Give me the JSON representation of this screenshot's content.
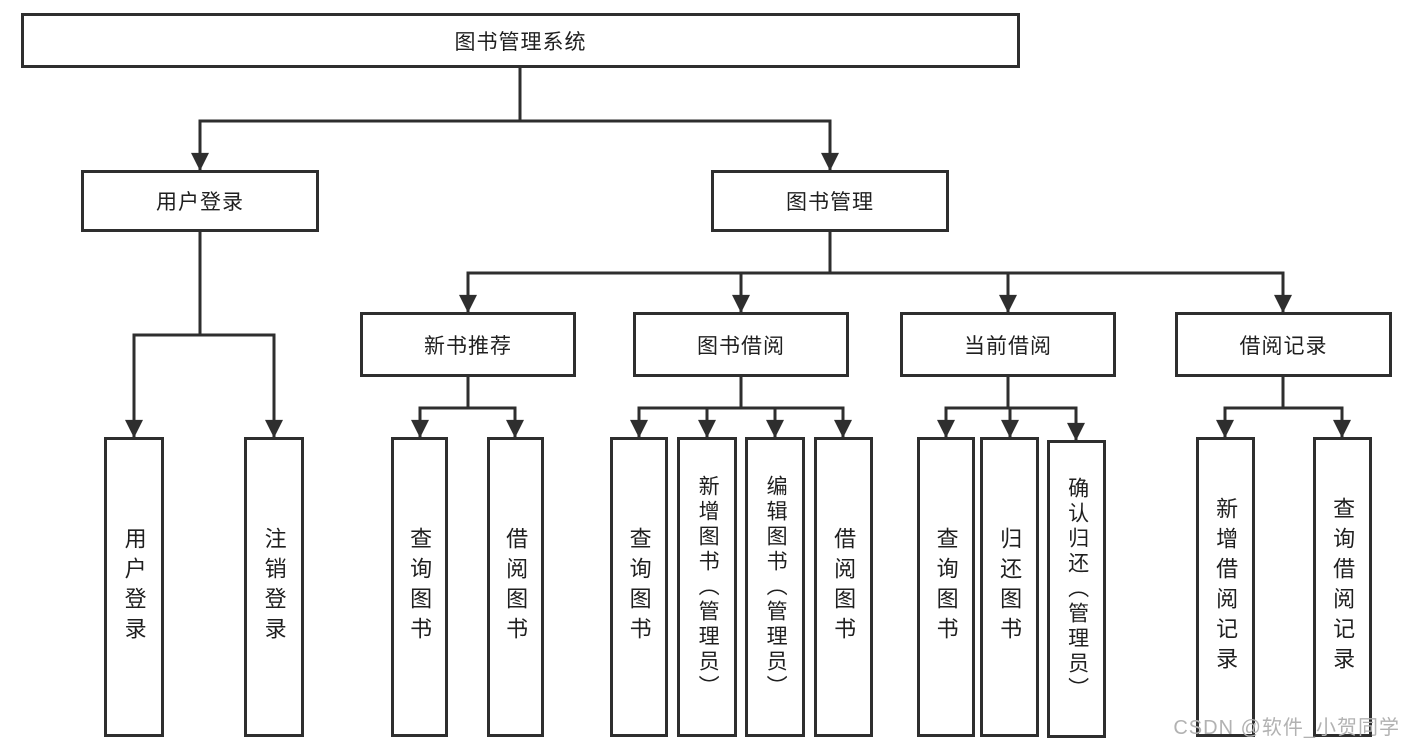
{
  "diagram": {
    "tree": {
      "label": "图书管理系统",
      "children": [
        {
          "label": "用户登录",
          "children": [
            {
              "label": "用户登录"
            },
            {
              "label": "注销登录"
            }
          ]
        },
        {
          "label": "图书管理",
          "children": [
            {
              "label": "新书推荐",
              "children": [
                {
                  "label": "查询图书"
                },
                {
                  "label": "借阅图书"
                }
              ]
            },
            {
              "label": "图书借阅",
              "children": [
                {
                  "label": "查询图书"
                },
                {
                  "label": "新增图书（管理员）"
                },
                {
                  "label": "编辑图书（管理员）"
                },
                {
                  "label": "借阅图书"
                }
              ]
            },
            {
              "label": "当前借阅",
              "children": [
                {
                  "label": "查询图书"
                },
                {
                  "label": "归还图书"
                },
                {
                  "label": "确认归还（管理员）"
                }
              ]
            },
            {
              "label": "借阅记录",
              "children": [
                {
                  "label": "新增借阅记录"
                },
                {
                  "label": "查询借阅记录"
                }
              ]
            }
          ]
        }
      ]
    },
    "colors": {
      "line": "#2e2e2e",
      "box_border": "#2e2e2e",
      "box_background": "#ffffff",
      "text": "#1f1f1f",
      "watermark": "#b2b2b2",
      "background": "#ffffff"
    }
  },
  "watermark": {
    "text": "CSDN @软件_小贺同学"
  }
}
